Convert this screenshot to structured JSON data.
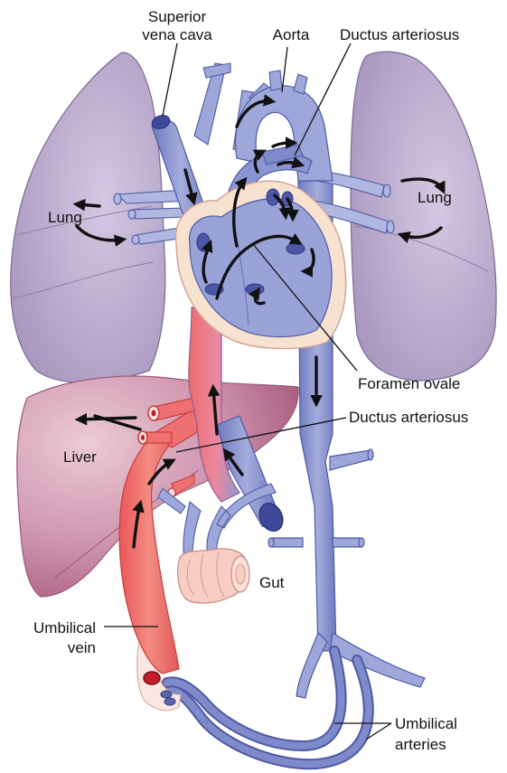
{
  "labels": {
    "superior_vena_cava": [
      "Superior",
      "vena cava"
    ],
    "aorta": "Aorta",
    "ductus_arteriosus_top": "Ductus arteriosus",
    "lung_left": "Lung",
    "lung_right": "Lung",
    "foramen_ovale": "Foramen ovale",
    "ductus_arteriosus_mid": "Ductus arteriosus",
    "liver": "Liver",
    "gut": "Gut",
    "umbilical_vein": [
      "Umbilical",
      "vein"
    ],
    "umbilical_arteries": [
      "Umbilical",
      "arteries"
    ]
  },
  "colors": {
    "lung_fill": "#b9a9cc",
    "lung_stroke": "#7a6a93",
    "liver_fill": "#c98ea7",
    "vessel_blue": "#8c96d1",
    "vessel_light": "#aab1dd",
    "vessel_dark": "#5f6bb4",
    "oxygenated_red": "#ee6e6e",
    "heart_outer": "#f6dcc7",
    "gut_fill": "#f6c7bf"
  }
}
